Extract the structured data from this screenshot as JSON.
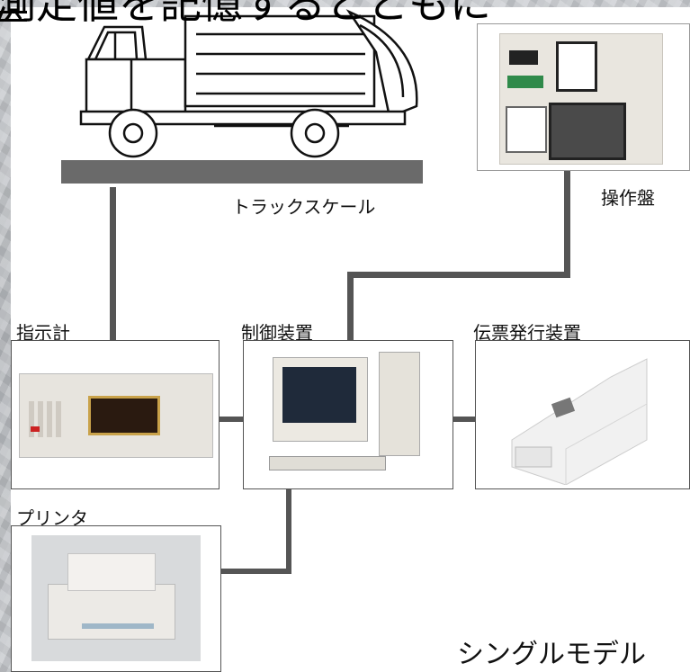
{
  "heading": {
    "line1": "測定値を記憶するとともに"
  },
  "labels": {
    "truck_scale": "トラックスケール",
    "control_panel": "操作盤",
    "indicator": "指示計",
    "controller": "制御装置",
    "slip_issuer": "伝票発行装置",
    "printer": "プリンタ",
    "model": "シングルモデル"
  },
  "colors": {
    "wire": "#555555",
    "scale_platform": "#6a6a6a"
  }
}
